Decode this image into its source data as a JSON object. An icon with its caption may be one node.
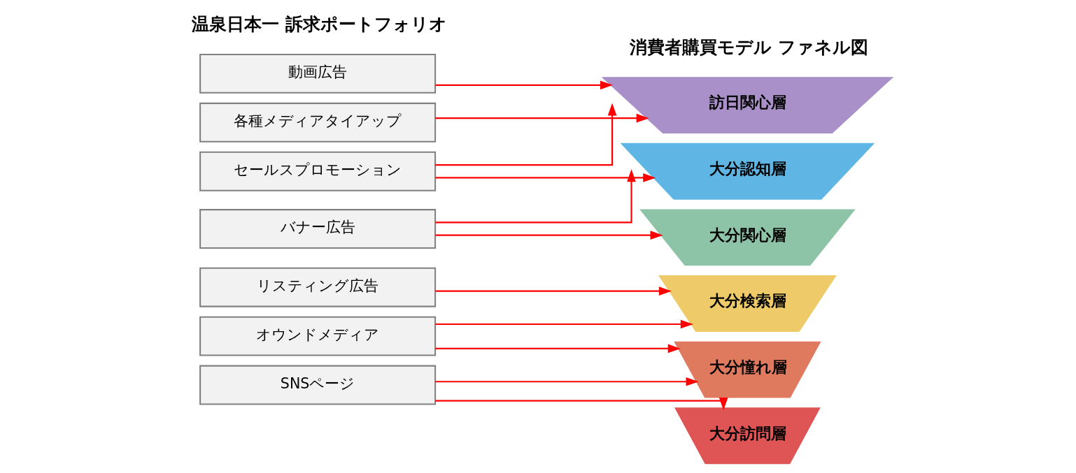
{
  "diagram": {
    "nodes": [
      {
        "text": [
          "動画広告"
        ]
      },
      {
        "text": [
          "各種メディアタイアップ"
        ]
      },
      {
        "text": [
          "セールスプロモーション"
        ]
      },
      {
        "text": [
          "バナー広告"
        ]
      },
      {
        "text": [
          "リスティング広告"
        ]
      },
      {
        "text": [
          "オウンドメディア"
        ]
      },
      {
        "text": [
          "SNSページ"
        ]
      },
      {
        "text": [
          "訪日関心層"
        ]
      },
      {
        "text": [
          "大分認知層"
        ]
      },
      {
        "text": [
          "大分関心層"
        ]
      },
      {
        "text": [
          "大分検索層"
        ]
      },
      {
        "text": [
          "大分憧れ層"
        ]
      },
      {
        "text": [
          "大分訪問層"
        ]
      }
    ],
    "edges": [
      {
        "from": 0,
        "to": 7,
        "arrow": "to"
      },
      {
        "from": 1,
        "to": 7,
        "arrow": "to"
      },
      {
        "from": 2,
        "to": 7,
        "arrow": "to"
      },
      {
        "from": 2,
        "to": 8,
        "arrow": "to"
      },
      {
        "from": 3,
        "to": 8,
        "arrow": "to"
      },
      {
        "from": 3,
        "to": 9,
        "arrow": "to"
      },
      {
        "from": 4,
        "to": 10,
        "arrow": "to"
      },
      {
        "from": 5,
        "to": 10,
        "arrow": "to"
      },
      {
        "from": 5,
        "to": 11,
        "arrow": "to"
      },
      {
        "from": 6,
        "to": 11,
        "arrow": "to"
      },
      {
        "from": 6,
        "to": 12,
        "arrow": "to"
      }
    ],
    "labels": [
      "温泉日本一 訴求ポートフォリオ",
      "消費者購買モデル ファネル図"
    ]
  }
}
